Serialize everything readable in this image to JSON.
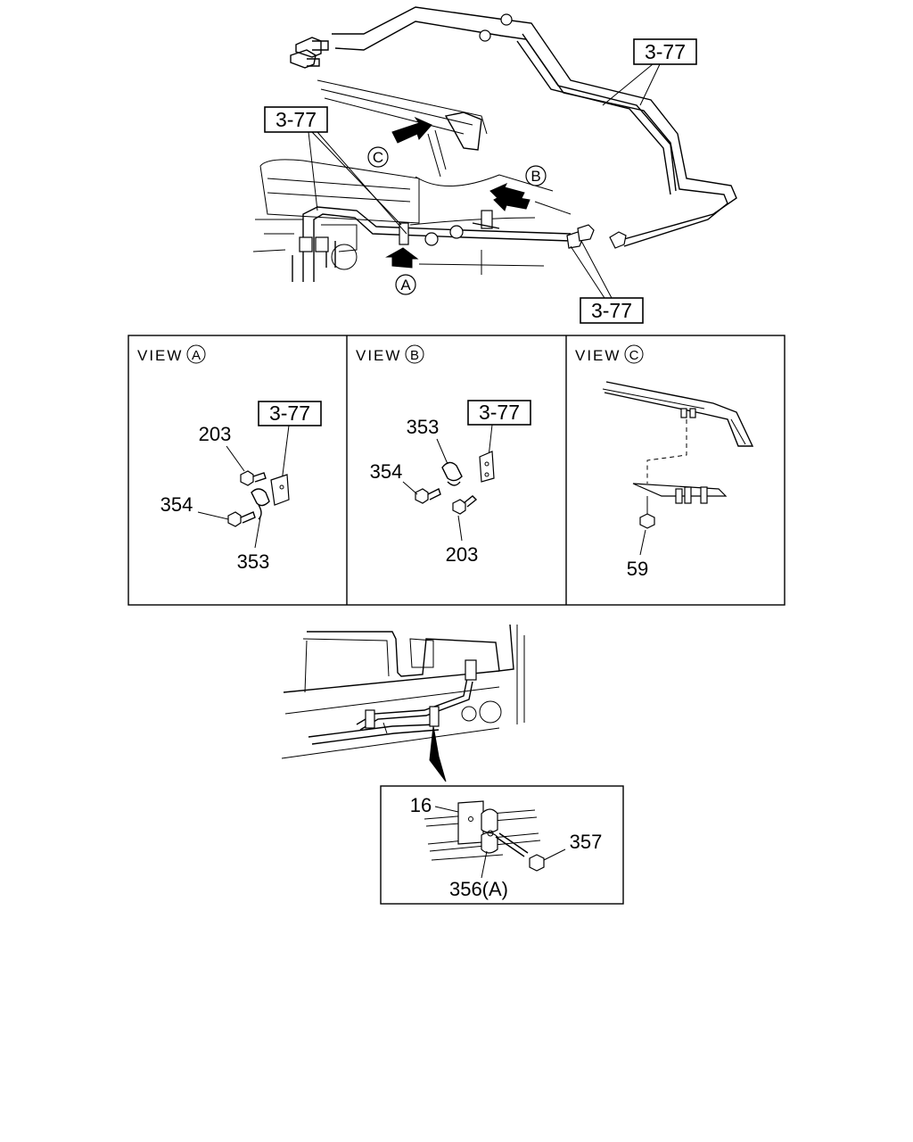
{
  "main_view": {
    "ref_top_right": "3-77",
    "ref_top_left": "3-77",
    "ref_bottom": "3-77",
    "callout_a": "A",
    "callout_b": "B",
    "callout_c": "C"
  },
  "views": [
    {
      "title": "VIEW",
      "letter": "A",
      "ref": "3-77",
      "parts": [
        "203",
        "354",
        "353"
      ]
    },
    {
      "title": "VIEW",
      "letter": "B",
      "ref": "3-77",
      "parts": [
        "353",
        "354",
        "203"
      ]
    },
    {
      "title": "VIEW",
      "letter": "C",
      "parts": [
        "59"
      ]
    }
  ],
  "detail": {
    "parts": [
      "16",
      "357",
      "356(A)"
    ]
  }
}
